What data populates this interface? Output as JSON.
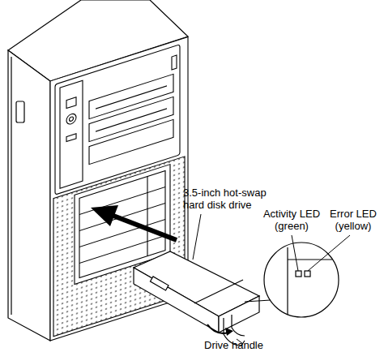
{
  "diagram": {
    "labels": [
      "3.5-inch hot-swap hard disk drive",
      "Activity LED (green)",
      "Error LED (yellow)",
      "Drive handle"
    ]
  }
}
